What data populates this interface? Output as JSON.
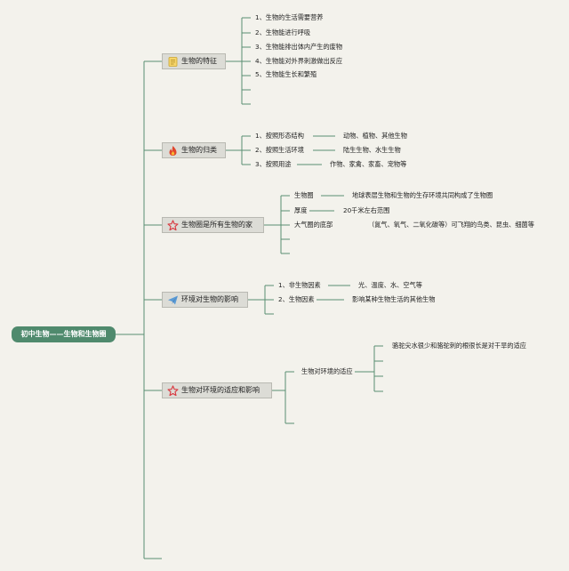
{
  "root": {
    "label": "初中生物——生物和生物圈"
  },
  "icons": {
    "note": "note-icon",
    "fire": "fire-icon",
    "star": "star-icon",
    "send": "paper-plane-icon"
  },
  "colors": {
    "line": "#5a8f72",
    "root_fill": "#4f8a6d",
    "background": "#f3f2ec",
    "box_fill": "#dcdcd6"
  },
  "branches": [
    {
      "label": "生物的特征",
      "items": [
        "1、生物的生活需要营养",
        "2、生物能进行呼吸",
        "3、生物能排出体内产生的废物",
        "4、生物能对外界刺激做出反应",
        "5、生物能生长和繁殖"
      ]
    },
    {
      "label": "生物的归类",
      "items": [
        {
          "label": "1、按照形态结构",
          "detail": "动物、植物、其他生物"
        },
        {
          "label": "2、按照生活环境",
          "detail": "陆生生物、水生生物"
        },
        {
          "label": "3、按照用途",
          "detail": "作物、家禽、家畜、宠物等"
        }
      ]
    },
    {
      "label": "生物圈是所有生物的家",
      "items": [
        {
          "label": "生物圈",
          "detail": "地球表层生物和生物的生存环境共同构成了生物圈"
        },
        {
          "label": "厚度",
          "detail": "20千米左右范围"
        },
        {
          "label": "大气圈的底部",
          "detail": "（氮气、氧气、二氧化碳等）可飞翔的鸟类、昆虫、细菌等"
        }
      ]
    },
    {
      "label": "环境对生物的影响",
      "items": [
        {
          "label": "1、非生物因素",
          "detail": "光、温度、水、空气等"
        },
        {
          "label": "2、生物因素",
          "detail": "影响某种生物生活的其他生物"
        }
      ]
    },
    {
      "label": "生物对环境的适应和影响",
      "items": [
        {
          "label": "生物对环境的适应",
          "detail": "骆驼尖水很少和骆驼刺的根很长是对干旱的适应"
        }
      ]
    }
  ]
}
